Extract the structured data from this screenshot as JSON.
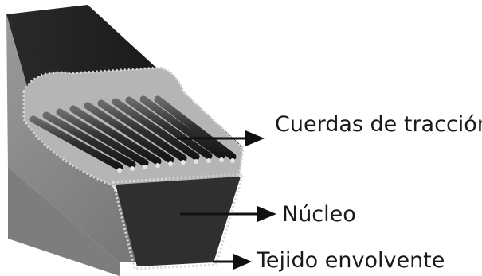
{
  "labels": {
    "tension_cords": "Cuerdas de tracción",
    "core": "Núcleo",
    "cover_fabric": "Tejido envolvente"
  },
  "colors": {
    "background": "#ffffff",
    "belt_top": "#1e1e1e",
    "belt_side": "#8c8c8c",
    "core_face": "#2f2f2f",
    "fabric_dots": "#d8d8d8",
    "cords": "#3a3a3a",
    "arrow": "#111111"
  }
}
